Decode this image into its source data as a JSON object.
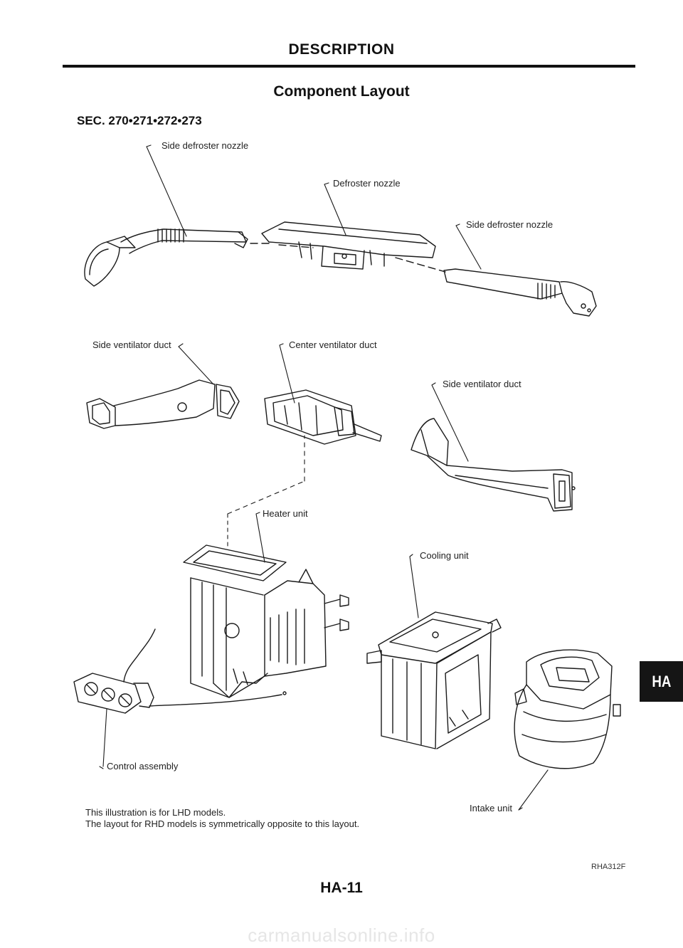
{
  "header": {
    "title": "DESCRIPTION"
  },
  "section": {
    "title": "Component Layout",
    "sec_ref": "SEC. 270•271•272•273"
  },
  "labels": {
    "side_defroster_left": "Side defroster nozzle",
    "defroster": "Defroster nozzle",
    "side_defroster_right": "Side defroster nozzle",
    "side_ventilator_left": "Side ventilator duct",
    "center_ventilator": "Center ventilator duct",
    "side_ventilator_right": "Side ventilator duct",
    "heater_unit": "Heater unit",
    "cooling_unit": "Cooling unit",
    "control_assembly": "Control assembly",
    "intake_unit": "Intake unit"
  },
  "note": {
    "line1": "This illustration is for LHD models.",
    "line2": "The layout for RHD models is symmetrically opposite to this layout."
  },
  "figure_id": "RHA312F",
  "page_number": "HA-11",
  "side_tab": "HA",
  "watermark": "carmanualsonline.info"
}
